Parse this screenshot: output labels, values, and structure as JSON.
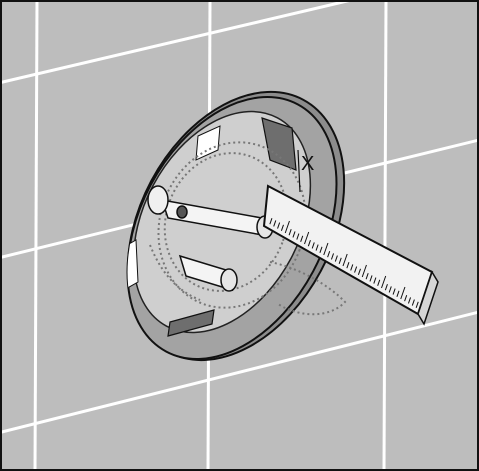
{
  "figure": {
    "callout_label": "X",
    "colors": {
      "wall": "#bdbdbd",
      "grout": "#ffffff",
      "housing": "#9a9a9a",
      "housing_inner": "#c9c9c9",
      "outline": "#111111",
      "ruler": "#f2f2f2",
      "dotted": "#777777"
    },
    "elements": [
      "tiled-wall",
      "mounting-housing",
      "valve-body-dotted-outline",
      "measuring-ruler",
      "dimension-marker-x"
    ]
  }
}
